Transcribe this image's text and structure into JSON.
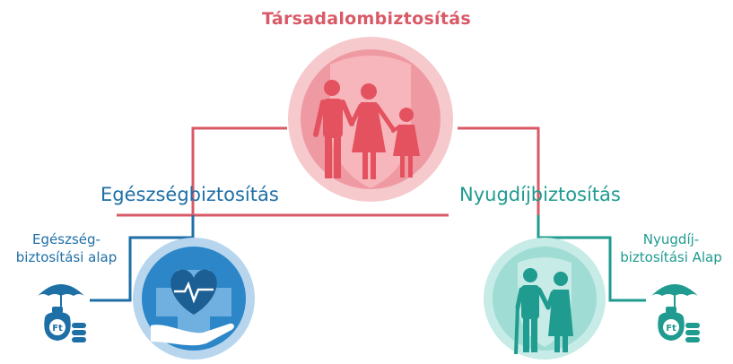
{
  "title": "Társadalombiztosítás",
  "branches": {
    "left": {
      "label": "Egészségbiztosítás"
    },
    "right": {
      "label": "Nyugdíjbiztosítás"
    }
  },
  "funds": {
    "left": {
      "line1": "Egészség-",
      "line2": "biztosítási alap",
      "currency": "Ft"
    },
    "right": {
      "line1": "Nyugdíj-",
      "line2": "biztosítási Alap",
      "currency": "Ft"
    }
  },
  "colors": {
    "red": "#d95a67",
    "blue": "#1e6fa6",
    "teal": "#1f9b8f"
  },
  "icons": {
    "top": "family-shield-icon",
    "left": "heart-cross-hand-icon",
    "right": "elderly-couple-shield-icon",
    "fund": "umbrella-money-bag-icon"
  }
}
